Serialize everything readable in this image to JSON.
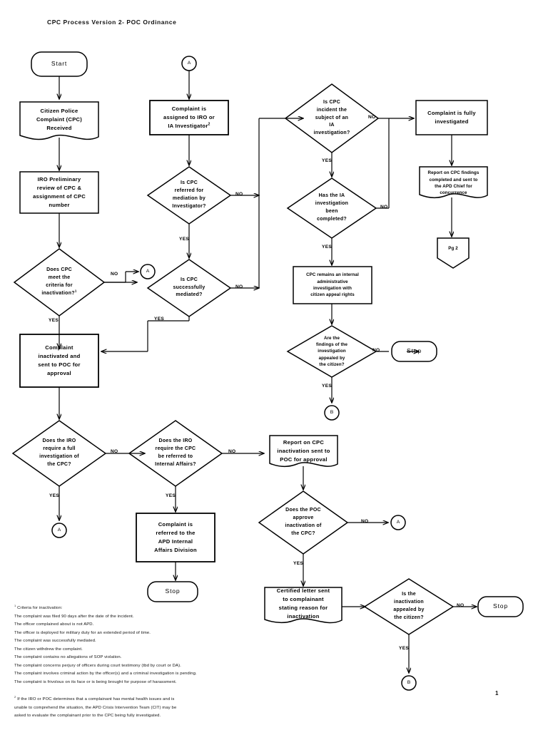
{
  "document": {
    "title": "CPC Process Version 2- POC Ordinance",
    "page_number": "1"
  },
  "nodes": {
    "start": {
      "label": "Start",
      "shape": "terminator"
    },
    "cpc_received": {
      "label_line1": "Citizen Police",
      "label_line2": "Complaint (CPC)",
      "label_line3": "Received",
      "shape": "document"
    },
    "iro_preliminary": {
      "label_line1": "IRO Preliminary",
      "label_line2": "review of CPC &",
      "label_line3": "assignment of CPC",
      "label_line4": "number",
      "shape": "process"
    },
    "meets_criteria": {
      "label_line1": "Does CPC",
      "label_line2": "meet the",
      "label_line3": "criteria for",
      "label_line4": "inactivation?",
      "footnote_marker": "1",
      "shape": "decision"
    },
    "connector_a_1": {
      "label": "A",
      "shape": "connector"
    },
    "complaint_inactivated": {
      "label_line1": "Complaint",
      "label_line2": "inactivated and",
      "label_line3": "sent to POC for",
      "label_line4": "approval",
      "shape": "process"
    },
    "connector_a_top": {
      "label": "A",
      "shape": "connector"
    },
    "assigned_to_iro": {
      "label_line1": "Complaint is",
      "label_line2": "assigned to IRO or",
      "label_line3": "IA Investigator",
      "footnote_marker": "2",
      "shape": "process"
    },
    "referred_mediation": {
      "label_line1": "Is CPC",
      "label_line2": "referred for",
      "label_line3": "mediation by",
      "label_line4": "Investigator?",
      "shape": "decision"
    },
    "successfully_mediated": {
      "label_line1": "Is CPC",
      "label_line2": "successfully",
      "label_line3": "mediated?",
      "shape": "decision"
    },
    "cpc_incident_ia": {
      "label_line1": "Is CPC",
      "label_line2": "incident the",
      "label_line3": "subject of an",
      "label_line4": "IA",
      "label_line5": "investigation?",
      "shape": "decision"
    },
    "ia_completed": {
      "label_line1": "Has the IA",
      "label_line2": "investigation",
      "label_line3": "been",
      "label_line4": "completed?",
      "shape": "decision"
    },
    "cpc_remains_internal": {
      "label_line1": "CPC remains an internal",
      "label_line2": "administrative",
      "label_line3": "investigation with",
      "label_line4": "citizen appeal rights",
      "shape": "process"
    },
    "findings_appealed": {
      "label_line1": "Are the",
      "label_line2": "findings of the",
      "label_line3": "investigation",
      "label_line4": "appealed by",
      "label_line5": "the citizen?",
      "shape": "decision"
    },
    "stop_findings": {
      "label": "Stop",
      "shape": "terminator"
    },
    "connector_b_mid": {
      "label": "B",
      "shape": "connector"
    },
    "fully_investigated": {
      "label_line1": "Complaint is fully",
      "label_line2": "investigated",
      "shape": "process"
    },
    "report_findings": {
      "label_line1": "Report on CPC findings",
      "label_line2": "completed and sent to",
      "label_line3": "the APD Chief for",
      "label_line4": "concurrence",
      "shape": "document"
    },
    "pg2": {
      "label": "Pg 2",
      "shape": "offpage"
    },
    "iro_full_investigation": {
      "label_line1": "Does the IRO",
      "label_line2": "require a full",
      "label_line3": "investigation of",
      "label_line4": "the CPC?",
      "shape": "decision"
    },
    "connector_a_bottom_left": {
      "label": "A",
      "shape": "connector"
    },
    "iro_refer_ia": {
      "label_line1": "Does the IRO",
      "label_line2": "require the CPC",
      "label_line3": "be referred to",
      "label_line4": "Internal Affairs?",
      "shape": "decision"
    },
    "referred_to_ia_division": {
      "label_line1": "Complaint is",
      "label_line2": "referred to the",
      "label_line3": "APD Internal",
      "label_line4": "Affairs Division",
      "shape": "process"
    },
    "stop_ia_division": {
      "label": "Stop",
      "shape": "terminator"
    },
    "report_inactivation": {
      "label_line1": "Report on CPC",
      "label_line2": "inactivation sent to",
      "label_line3": "POC for approval",
      "shape": "document"
    },
    "poc_approve": {
      "label_line1": "Does the POC",
      "label_line2": "approve",
      "label_line3": "inactivation of",
      "label_line4": "the CPC?",
      "shape": "decision"
    },
    "connector_a_poc": {
      "label": "A",
      "shape": "connector"
    },
    "certified_letter": {
      "label_line1": "Certified letter sent",
      "label_line2": "to complainant",
      "label_line3": "stating reason for",
      "label_line4": "inactivation",
      "shape": "document"
    },
    "inactivation_appealed": {
      "label_line1": "Is the",
      "label_line2": "inactivation",
      "label_line3": "appealed by",
      "label_line4": "the citizen?",
      "shape": "decision"
    },
    "stop_inactivation": {
      "label": "Stop",
      "shape": "terminator"
    },
    "connector_b_bottom": {
      "label": "B",
      "shape": "connector"
    }
  },
  "edge_labels": {
    "criteria_no": "NO",
    "criteria_yes": "YES",
    "mediation_no": "NO",
    "mediation_yes": "YES",
    "mediated_no": "NO",
    "mediated_yes": "YES",
    "incident_no": "NO",
    "incident_yes": "YES",
    "ia_completed_no": "NO",
    "ia_completed_yes": "YES",
    "findings_no": "NO",
    "findings_yes": "YES",
    "iro_full_no": "NO",
    "iro_full_yes": "YES",
    "iro_refer_no": "NO",
    "iro_refer_yes": "YES",
    "poc_no": "NO",
    "poc_yes": "YES",
    "appealed_no": "NO",
    "appealed_yes": "YES"
  },
  "footnotes": {
    "note1": {
      "marker": "1",
      "heading": "Criteria for inactivation:",
      "lines": [
        "The complaint was filed 90 days after the date of the incident.",
        "The officer complained about is not APD.",
        "The officer is deployed for military duty for an extended period of time.",
        "The complaint was successfully mediated.",
        "The citizen withdrew the complaint.",
        "The complaint contains no allegations of SOP violation.",
        "The complaint concerns perjury of officers during court testimony (tbd by court or DA).",
        "The complaint involves criminal action by the officer(s) and a criminal investigation is pending.",
        "The complaint is frivolous on its face or is being brought for purpose of harassment."
      ]
    },
    "note2": {
      "marker": "2",
      "lines": [
        "If the IRO or POC determines that a complainant has mental health issues and is",
        "unable to comprehend the situation, the APD Crisis Intervention Team (CIT) may be",
        "asked to evaluate the complainant prior to the CPC being fully investigated."
      ]
    }
  },
  "colors": {
    "stroke": "#000000",
    "background": "#ffffff",
    "text": "#000000"
  }
}
